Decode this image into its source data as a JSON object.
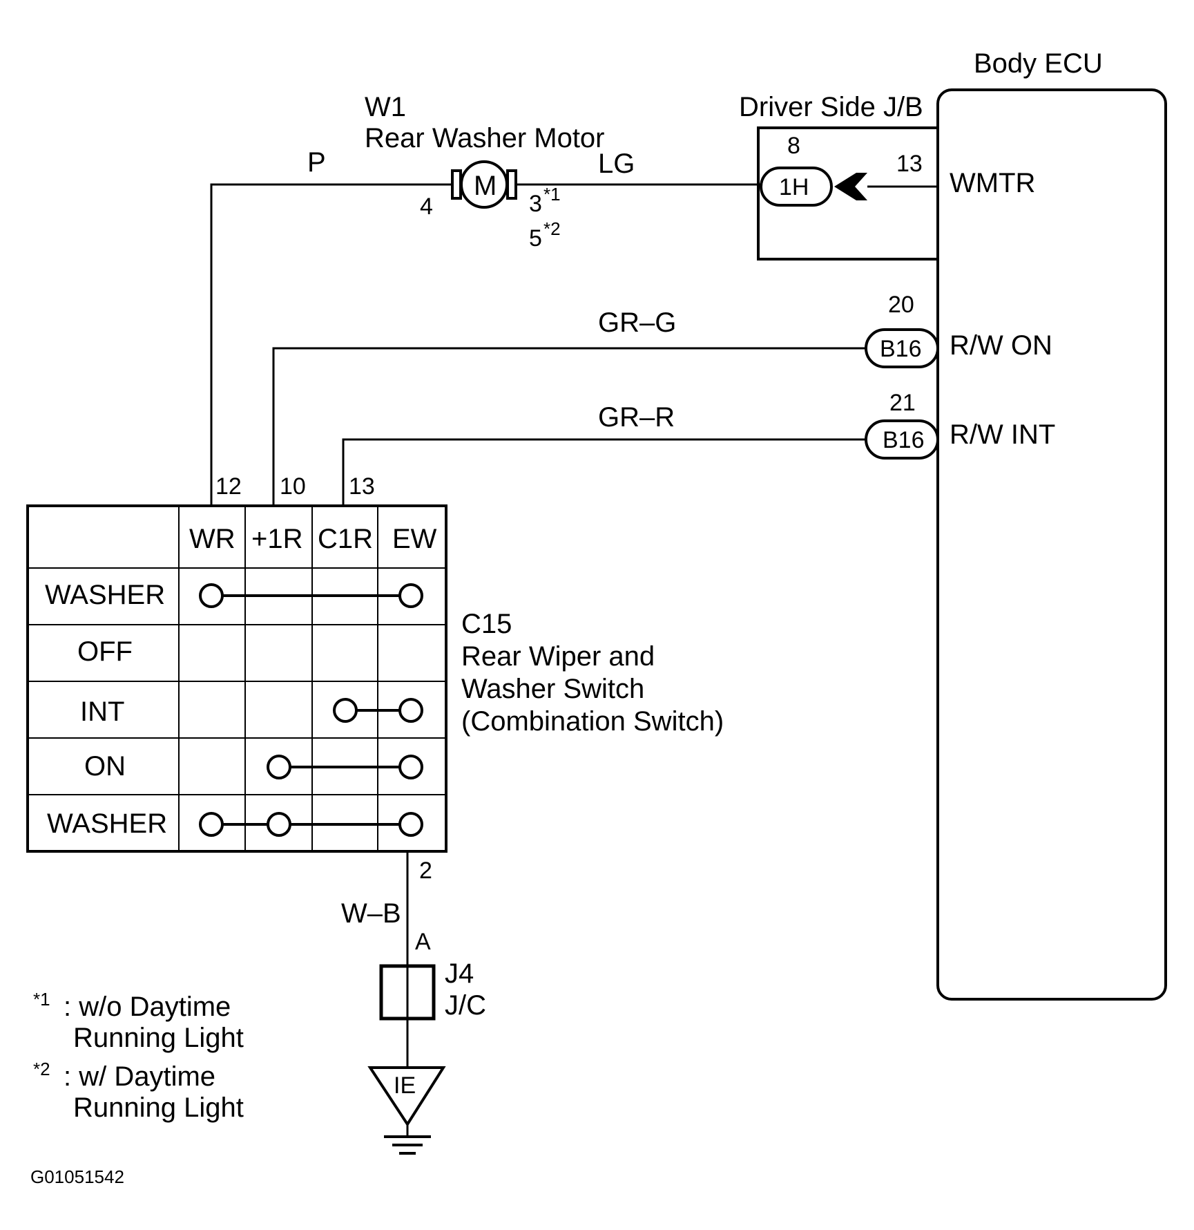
{
  "ecu": {
    "title": "Body ECU",
    "pins": [
      "WMTR",
      "R/W ON",
      "R/W INT"
    ]
  },
  "jb": {
    "title": "Driver Side J/B",
    "pin_top": "8",
    "connector": "1H",
    "pin_ecu": "13"
  },
  "motor": {
    "code": "W1",
    "name": "Rear Washer Motor",
    "symbol": "M",
    "pin_left": "4",
    "pin_right_1": "3",
    "pin_right_1_sup": "*1",
    "pin_right_2": "5",
    "pin_right_2_sup": "*2"
  },
  "wires": {
    "p": "P",
    "lg": "LG",
    "grg": "GR–G",
    "grr": "GR–R",
    "wb": "W–B"
  },
  "b16": {
    "connector": "B16",
    "pin_on": "20",
    "pin_int": "21"
  },
  "switch": {
    "code": "C15",
    "name_line1": "Rear Wiper and",
    "name_line2": "Washer Switch",
    "name_line3": "(Combination Switch)",
    "columns": [
      "WR",
      "+1R",
      "C1R",
      "EW"
    ],
    "column_pins": [
      "12",
      "10",
      "13"
    ],
    "bottom_pin": "2",
    "rows": [
      "WASHER",
      "OFF",
      "INT",
      "ON",
      "WASHER"
    ]
  },
  "jc": {
    "pin": "A",
    "code": "J4",
    "name": "J/C"
  },
  "ground": {
    "label": "IE"
  },
  "notes": [
    {
      "mark": "*1",
      "line1": ": w/o Daytime",
      "line2": "Running Light"
    },
    {
      "mark": "*2",
      "line1": ": w/ Daytime",
      "line2": "Running Light"
    }
  ],
  "figure_id": "G01051542"
}
